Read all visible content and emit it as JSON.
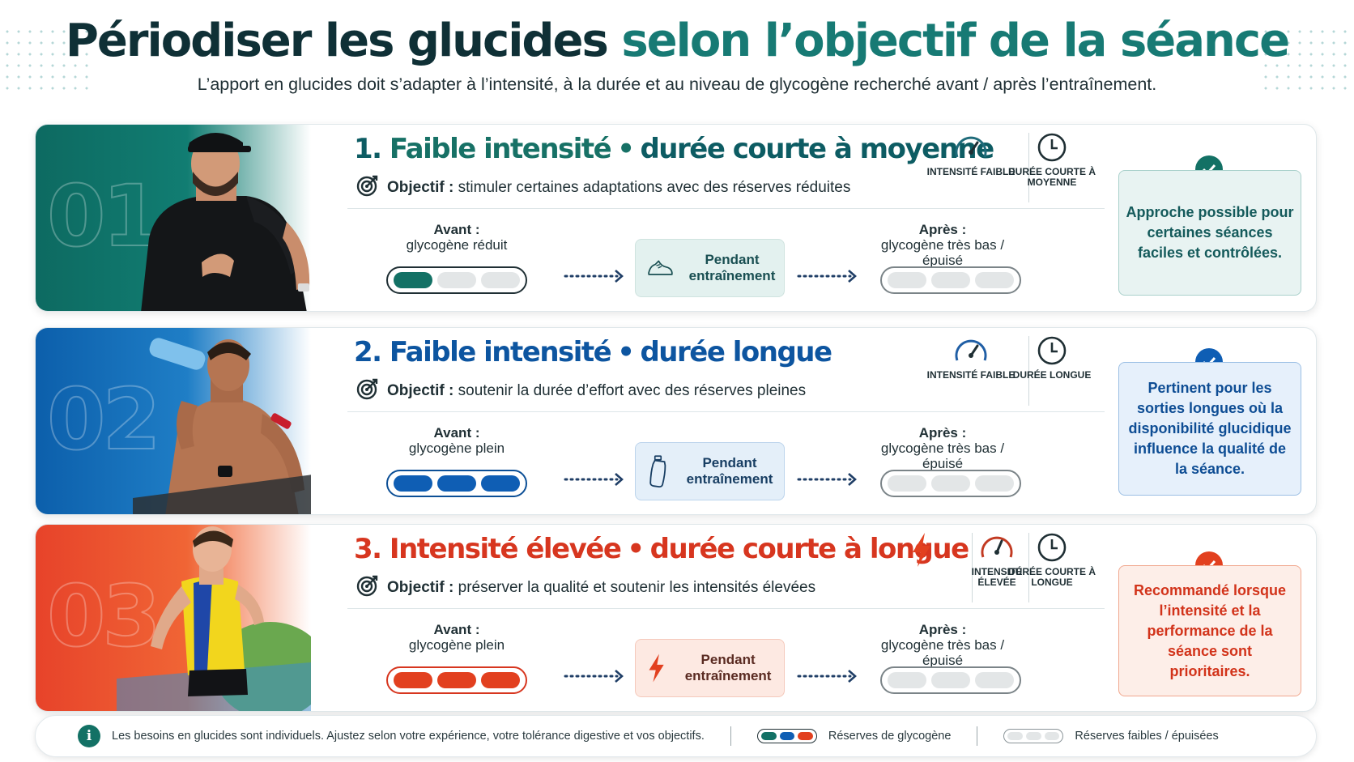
{
  "header": {
    "title_part1": "Périodiser les glucides",
    "title_part2": "selon l’objectif de la séance",
    "subtitle": "L’apport en glucides doit s’adapter à l’intensité, à la durée et au niveau de glycogène recherché avant / après l’entraînement."
  },
  "colors": {
    "teal": "#137165",
    "blue": "#0f5eb4",
    "red": "#e2401f"
  },
  "cards": [
    {
      "number": "01",
      "title_num": "1.",
      "title_a": "Faible intensité",
      "bullet": "•",
      "title_b": "durée courte à moyenne",
      "objective_label": "Objectif :",
      "objective_text": "stimuler certaines adaptations avec des réserves réduites",
      "intensity_icon": "speedometer-icon",
      "intensity_label": "INTENSITÉ FAIBLE",
      "duration_icon": "clock-icon",
      "duration_label": "DURÉE COURTE À MOYENNE",
      "before_label": "Avant :",
      "before_text": "glycogène réduit",
      "before_level": 1,
      "during_icon": "running-shoe-icon",
      "during_text": "Pendant entraînement",
      "after_label": "Après :",
      "after_text": "glycogène très bas / épuisé",
      "after_level": 0,
      "check_icon": "check-icon",
      "recommendation": "Approche possible pour certaines séances faciles et contrôlées."
    },
    {
      "number": "02",
      "title_num": "2.",
      "title_a": "Faible intensité",
      "bullet": "•",
      "title_b": "durée longue",
      "objective_label": "Objectif :",
      "objective_text": "soutenir la durée d’effort avec des réserves pleines",
      "intensity_icon": "speedometer-icon",
      "intensity_label": "INTENSITÉ FAIBLE",
      "duration_icon": "clock-icon",
      "duration_label": "DURÉE LONGUE",
      "before_label": "Avant :",
      "before_text": "glycogène plein",
      "before_level": 3,
      "during_icon": "water-bottle-icon",
      "during_text": "Pendant entraînement",
      "after_label": "Après :",
      "after_text": "glycogène très bas / épuisé",
      "after_level": 0,
      "check_icon": "check-icon",
      "recommendation": "Pertinent pour les sorties longues où la disponibilité glucidique influence la qualité de la séance."
    },
    {
      "number": "03",
      "title_num": "3.",
      "title_a": "Intensité élevée",
      "bullet": "•",
      "title_b": "durée courte à longue",
      "objective_label": "Objectif :",
      "objective_text": "préserver la qualité et soutenir les intensités élevées",
      "intensity_icon": "speedometer-icon",
      "intensity_label": "INTENSITÉ ÉLEVÉE",
      "duration_icon": "clock-icon",
      "duration_label": "DURÉE COURTE À LONGUE",
      "before_label": "Avant :",
      "before_text": "glycogène plein",
      "before_level": 3,
      "during_icon": "lightning-icon",
      "during_text": "Pendant entraînement",
      "after_label": "Après :",
      "after_text": "glycogène très bas / épuisé",
      "after_level": 0,
      "check_icon": "check-icon",
      "recommendation": "Recommandé lorsque l’intensité et la performance de la séance sont prioritaires."
    }
  ],
  "footer": {
    "info_icon": "info-icon",
    "note": "Les besoins en glucides sont individuels. Ajustez selon votre expérience, votre tolérance digestive et vos objectifs.",
    "legend_full": "Réserves de glycogène",
    "legend_low": "Réserves faibles / épuisées"
  }
}
